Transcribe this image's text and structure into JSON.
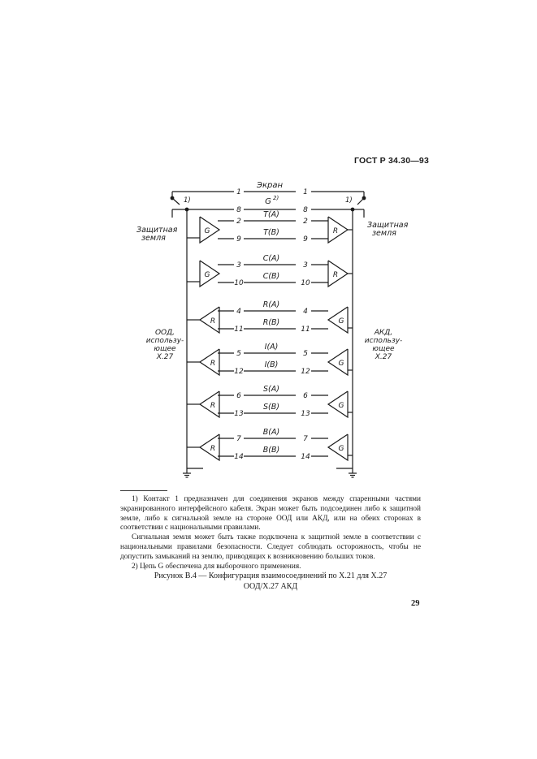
{
  "header": {
    "standard": "ГОСТ Р 34.30—93"
  },
  "diagram": {
    "shield_label": "Экран",
    "g_label": "G",
    "g_sup": "2)",
    "note_left": "1)",
    "note_right": "1)",
    "protective_ground_left": [
      "Защитная",
      "земля"
    ],
    "protective_ground_right": [
      "Защитная",
      "земля"
    ],
    "dte_label": [
      "ООД,",
      "использу-",
      "ющее",
      "X.27"
    ],
    "dce_label": [
      "АКД,",
      "использу-",
      "ющее",
      "X.27"
    ],
    "top_pins": {
      "shield": "1",
      "ground": "8"
    },
    "circuits": [
      {
        "a_label": "T(A)",
        "b_label": "T(B)",
        "pin_a": "2",
        "pin_b": "9",
        "left_box": "G",
        "right_box": "R",
        "direction": "to-right"
      },
      {
        "a_label": "C(A)",
        "b_label": "C(B)",
        "pin_a": "3",
        "pin_b": "10",
        "left_box": "G",
        "right_box": "R",
        "direction": "to-right"
      },
      {
        "a_label": "R(A)",
        "b_label": "R(B)",
        "pin_a": "4",
        "pin_b": "11",
        "left_box": "R",
        "right_box": "G",
        "direction": "to-left"
      },
      {
        "a_label": "I(A)",
        "b_label": "I(B)",
        "pin_a": "5",
        "pin_b": "12",
        "left_box": "R",
        "right_box": "G",
        "direction": "to-left"
      },
      {
        "a_label": "S(A)",
        "b_label": "S(B)",
        "pin_a": "6",
        "pin_b": "13",
        "left_box": "R",
        "right_box": "G",
        "direction": "to-left"
      },
      {
        "a_label": "B(A)",
        "b_label": "B(B)",
        "pin_a": "7",
        "pin_b": "14",
        "left_box": "R",
        "right_box": "G",
        "direction": "to-left"
      }
    ]
  },
  "footnotes": [
    "1) Контакт 1 предназначен для соединения экранов между спаренными частями экранированного интерфейсного кабеля. Экран может быть подсоединен либо к защитной земле, либо к сигнальной земле на стороне ООД или АКД, или на обеих сторонах в соответствии с национальными правилами.",
    "Сигнальная земля может быть также подключена к защитной земле в соответствии с национальными правилами безопасности. Следует соблюдать осторожность, чтобы не допустить замыканий на землю, приводящих к возникновению больших токов.",
    "2) Цепь G обеспечена для выборочного применения."
  ],
  "caption": {
    "line1": "Рисунок В.4 — Конфигурация взаимосоединений по X.21 для X.27",
    "line2": "ООД/X.27 АКД"
  },
  "page_number": "29"
}
